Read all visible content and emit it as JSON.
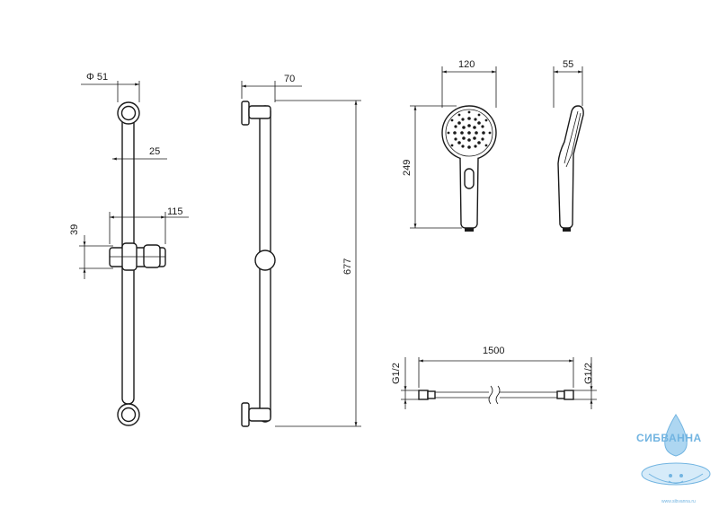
{
  "dimensions": {
    "bar_front": {
      "holder_diameter": "Φ 51",
      "bar_offset": "25",
      "slider_width": "115",
      "slider_height": "39"
    },
    "bar_side": {
      "depth": "70",
      "length": "677"
    },
    "hand_shower": {
      "width": "120",
      "height": "249",
      "side_depth": "55"
    },
    "hose": {
      "length": "1500",
      "thread_left": "G1/2",
      "thread_right": "G1/2"
    }
  },
  "watermark": {
    "brand": "СИБВАННА",
    "url": "www.sibvanna.ru"
  },
  "colors": {
    "line": "#1a1a1a",
    "logo": "#5aa8dc"
  }
}
